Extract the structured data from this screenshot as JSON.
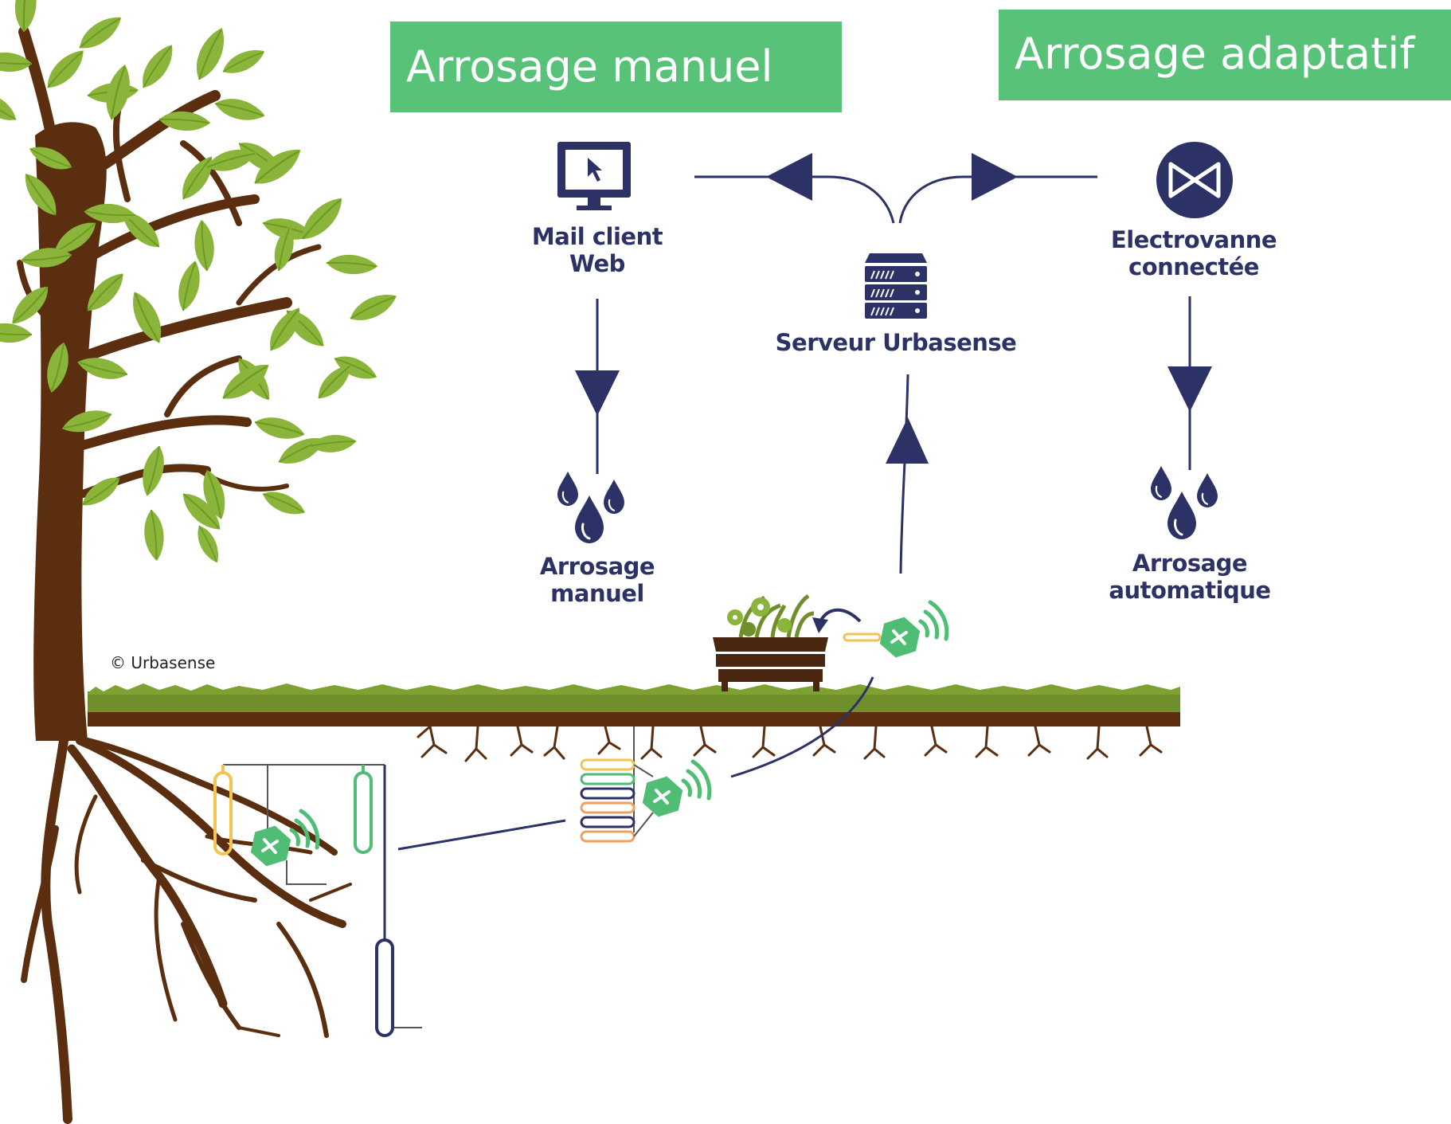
{
  "banners": {
    "manual": "Arrosage manuel",
    "adaptive": "Arrosage adaptatif"
  },
  "nodes": {
    "mail_client": [
      "Mail client",
      "Web"
    ],
    "server": "Serveur Urbasense",
    "valve": [
      "Electrovanne",
      "connectée"
    ],
    "manual_watering": [
      "Arrosage",
      "manuel"
    ],
    "auto_watering": [
      "Arrosage",
      "automatique"
    ]
  },
  "copyright": "© Urbasense",
  "colors": {
    "banner_green": "#58c378",
    "navy": "#2c3266",
    "trunk_brown": "#5a2e0e",
    "leaf_green": "#8ab53a",
    "grass_green": "#6e8f2a",
    "sensor_green": "#4fbd74",
    "probe_yellow": "#f3c353",
    "probe_orange": "#f2a15d"
  },
  "icons": [
    "monitor-cursor-icon",
    "server-icon",
    "valve-icon",
    "water-drops-icon",
    "wireless-sensor-icon",
    "planter-icon",
    "tree-icon",
    "soil-probe-icon"
  ]
}
